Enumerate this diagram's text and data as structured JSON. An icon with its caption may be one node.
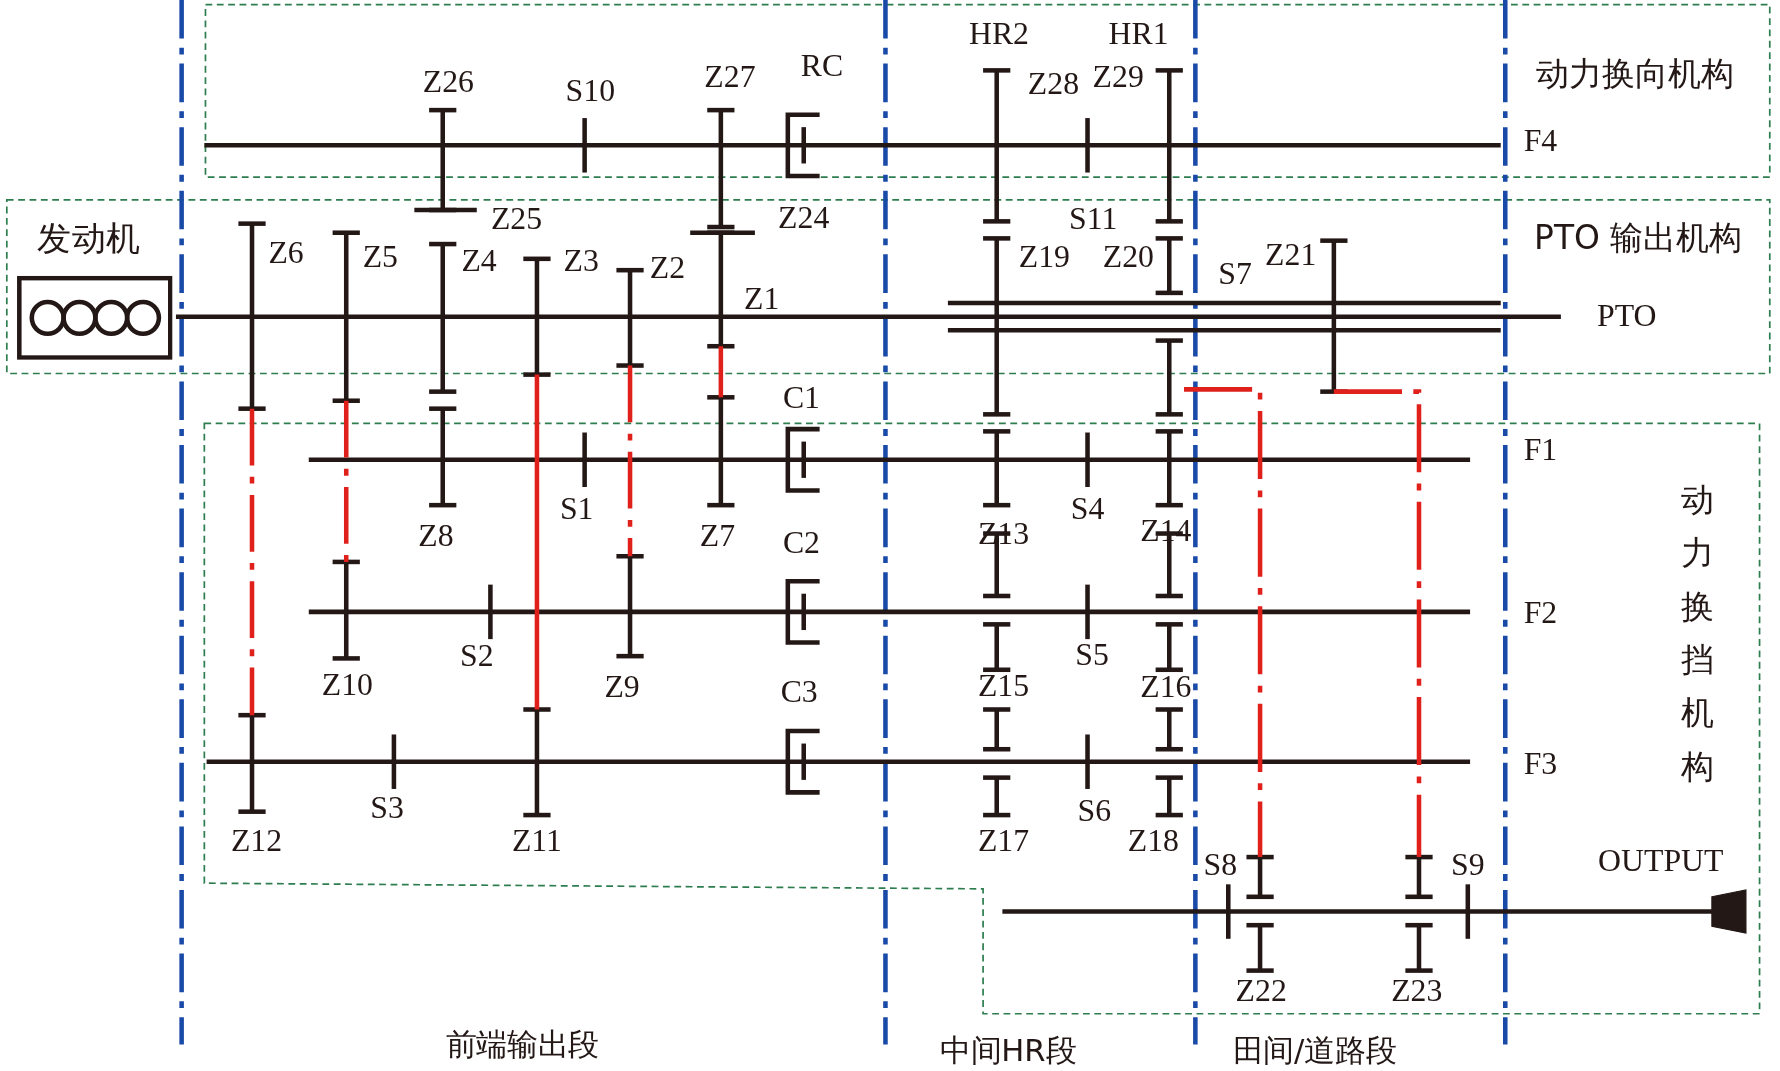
{
  "diagram": {
    "nodes": [
      {
        "text": [
          "动力换向机构"
        ]
      },
      {
        "text": [
          "PTO 输出机构"
        ]
      },
      {
        "text": [
          "动力换挡机构"
        ]
      },
      {
        "text": [
          "发动机"
        ],
        "in": 1
      }
    ],
    "labels": [
      "HR2",
      "HR1",
      "Z26",
      "S10",
      "Z27",
      "RC",
      "Z28",
      "Z29",
      "F4",
      "Z25",
      "Z24",
      "S11",
      "Z6",
      "Z5",
      "Z4",
      "Z3",
      "Z2",
      "Z19",
      "Z20",
      "Z21",
      "S7",
      "Z1",
      "PTO",
      "C1",
      "F1",
      "Z8",
      "S1",
      "Z7",
      "C2",
      "Z13",
      "S4",
      "Z14",
      "F2",
      "Z10",
      "S2",
      "Z9",
      "C3",
      "Z15",
      "S5",
      "Z16",
      "F3",
      "S3",
      "S6",
      "Z12",
      "Z11",
      "Z17",
      "Z18",
      "S8",
      "S9",
      "OUTPUT",
      "Z22",
      "Z23",
      "前端输出段",
      "中间HR段",
      "田间/道路段"
    ]
  }
}
